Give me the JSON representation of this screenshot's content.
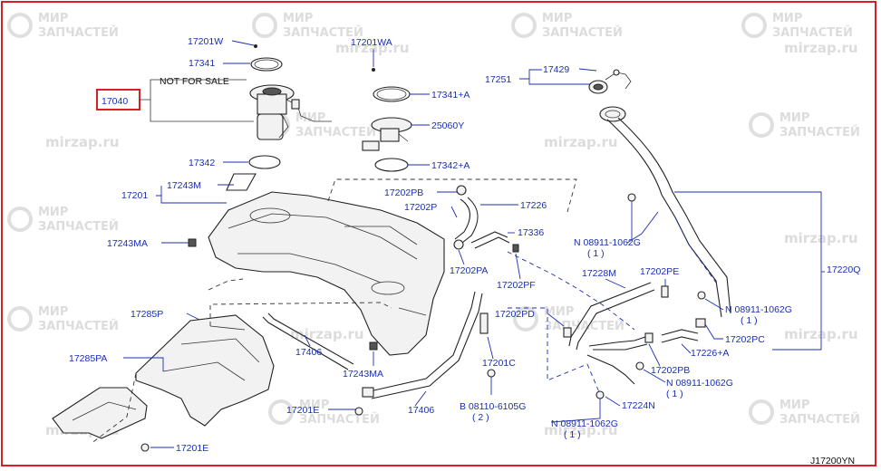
{
  "watermark": {
    "brand_line1": "МИР",
    "brand_line2": "ЗАПЧАСТЕЙ",
    "site": "mirzap.ru"
  },
  "highlight_color": "#d61f26",
  "label_color": "#1b2fb0",
  "not_for_sale": "NOT FOR SALE",
  "diagram_code": "J17200YN",
  "labels": {
    "p17201W": "17201W",
    "p17341": "17341",
    "p17040": "17040",
    "p17342": "17342",
    "p17201WA": "17201WA",
    "p17341A": "17341+A",
    "p25060Y": "25060Y",
    "p17342A": "17342+A",
    "p17251": "17251",
    "p17429": "17429",
    "p17201": "17201",
    "p17243M": "17243M",
    "p17243MA_left": "17243MA",
    "p17202PB_top": "17202PB",
    "p17202P": "17202P",
    "p17226": "17226",
    "p17336": "17336",
    "p17202PA": "17202PA",
    "p17202PF": "17202PF",
    "p08911_1": "N 08911-1062G",
    "p08911_1_qty": "( 1 )",
    "p17228M": "17228M",
    "p17202PE": "17202PE",
    "p17220Q": "17220Q",
    "p08911_2": "N 08911-1062G",
    "p08911_2_qty": "( 1 )",
    "p17202PC": "17202PC",
    "p17226A": "17226+A",
    "p17202PB_bot": "17202PB",
    "p08911_3": "N 08911-1062G",
    "p08911_3_qty": "( 1 )",
    "p17202PD": "17202PD",
    "p17285P": "17285P",
    "p17406_top": "17406",
    "p17285PA": "17285PA",
    "p17243MA_bot": "17243MA",
    "p17201C": "17201C",
    "p08110": "B 08110-6105G",
    "p08110_qty": "( 2 )",
    "p17224N": "17224N",
    "p17201E_mid": "17201E",
    "p17406_bot": "17406",
    "p08911_4": "N 08911-1062G",
    "p08911_4_qty": "( 1 )",
    "p17201E_bot": "17201E"
  }
}
